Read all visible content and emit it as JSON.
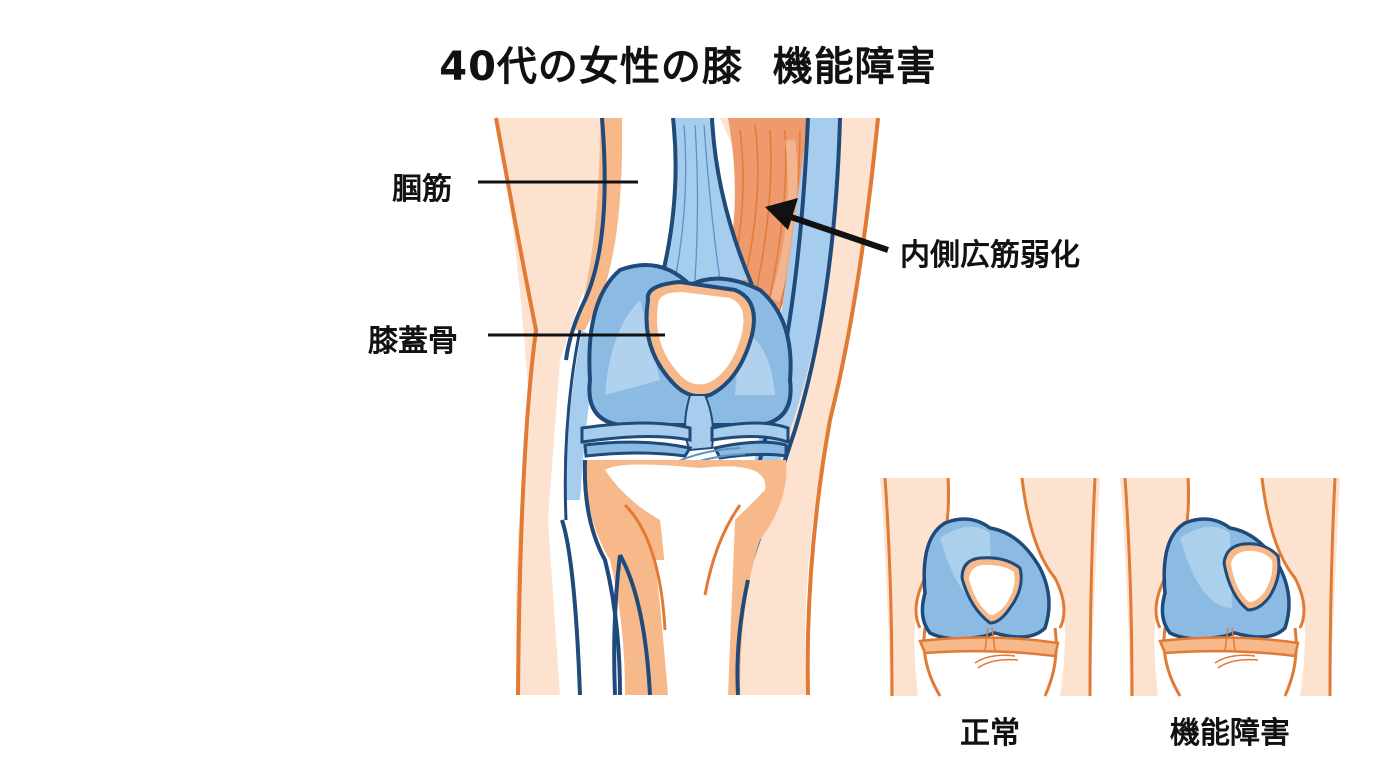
{
  "title": "40代の女性の膝  機能障害",
  "labels": {
    "tendon": "腘筋",
    "patella": "膝蓋骨",
    "vmo": "内側広筋弱化"
  },
  "insets": [
    {
      "caption": "正常",
      "state": "normal"
    },
    {
      "caption": "機能障害",
      "state": "dysfunction"
    }
  ],
  "colors": {
    "skin": "#fde2d0",
    "bone": "#f7b98a",
    "outline_orange": "#e07a34",
    "outline_navy": "#1f4a7a",
    "cartilage_blue": "#8bbbe3",
    "cartilage_light": "#b9d8f0",
    "muscle": "#ee9a6c",
    "text": "#111111"
  }
}
